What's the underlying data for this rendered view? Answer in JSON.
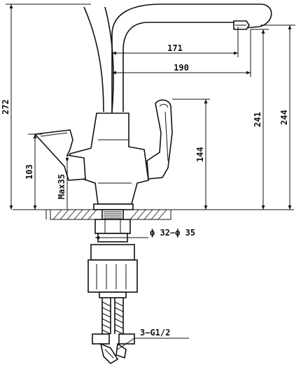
{
  "dimensions": {
    "d171": "171",
    "d190": "190",
    "d272": "272",
    "d103": "103",
    "dmax35": "Max35",
    "d144": "144",
    "d241": "241",
    "d244": "244",
    "dpipe": "ϕ 32−ϕ 35",
    "dthread": "3−G1/2"
  }
}
